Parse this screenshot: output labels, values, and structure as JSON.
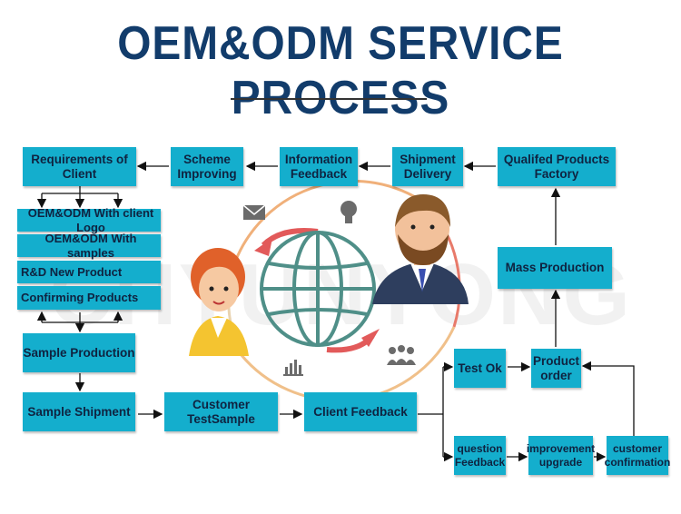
{
  "title": "OEM&ODM SERVICE PROCESS",
  "watermark": "CHYUNYONG",
  "boxes": {
    "requirements": "Requirements of Client",
    "scheme": "Scheme Improving",
    "info_feedback": "Information Feedback",
    "shipment_delivery": "Shipment Delivery",
    "qualified_factory": "Qualifed Products Factory",
    "client_logo": "OEM&ODM With client Logo",
    "with_samples": "OEM&ODM With samples",
    "rnd": "R&D New Product",
    "confirming": "Confirming Products",
    "sample_production": "Sample Production",
    "sample_shipment": "Sample Shipment",
    "customer_test": "Customer TestSample",
    "client_feedback": "Client Feedback",
    "test_ok": "Test Ok",
    "product_order": "Product order",
    "mass_production": "Mass Production",
    "question_feedback": "question Feedback",
    "improvement": "improvement upgrade",
    "customer_confirmation": "customer confirmation"
  },
  "colors": {
    "title": "#123c6b",
    "box": "#14aecd",
    "box_text": "#0f2340",
    "arrow": "#111111",
    "ring_red": "#e25a5a",
    "ring_orange": "#f0a45a",
    "globe": "#4f8f88"
  },
  "icons": [
    "mail-icon",
    "lightbulb-icon",
    "bar-chart-icon",
    "people-icon",
    "globe-icon",
    "woman-avatar",
    "man-avatar"
  ]
}
